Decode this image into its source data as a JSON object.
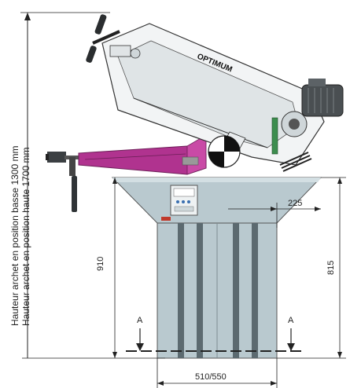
{
  "labels": {
    "height_low": "Hauteur archet en position basse 1300 mm",
    "height_high": "Hauteur archet en position haute 1700 mm",
    "brand": "OPTIMUM"
  },
  "dimensions": {
    "table_height": "910",
    "base_height": "815",
    "offset": "225",
    "width": "510/550",
    "section_left": "A",
    "section_right": "A"
  },
  "colors": {
    "base": "#b9c9cf",
    "base_dark": "#5c6a70",
    "vise": "#b0338f",
    "motor": "#4a4f52",
    "line": "#222222"
  }
}
